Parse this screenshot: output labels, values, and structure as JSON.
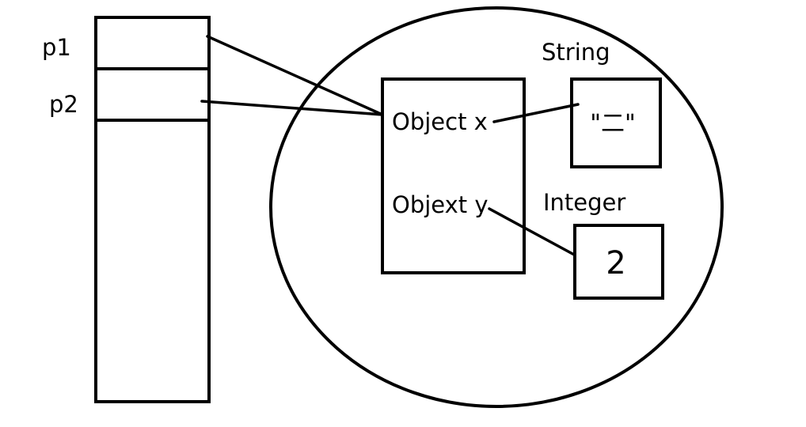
{
  "stack": {
    "slots": [
      {
        "label": "p1"
      },
      {
        "label": "p2"
      }
    ]
  },
  "heap": {
    "object": {
      "fields": [
        {
          "label": "Object x"
        },
        {
          "label": "Objext y"
        }
      ]
    },
    "string_box": {
      "type_label": "String",
      "value": "\"二\""
    },
    "integer_box": {
      "type_label": "Integer",
      "value": "2"
    }
  },
  "edges": [
    {
      "from": "p1",
      "to": "Object"
    },
    {
      "from": "p2",
      "to": "Object"
    },
    {
      "from": "Object x",
      "to": "String"
    },
    {
      "from": "Objext y",
      "to": "Integer"
    }
  ]
}
